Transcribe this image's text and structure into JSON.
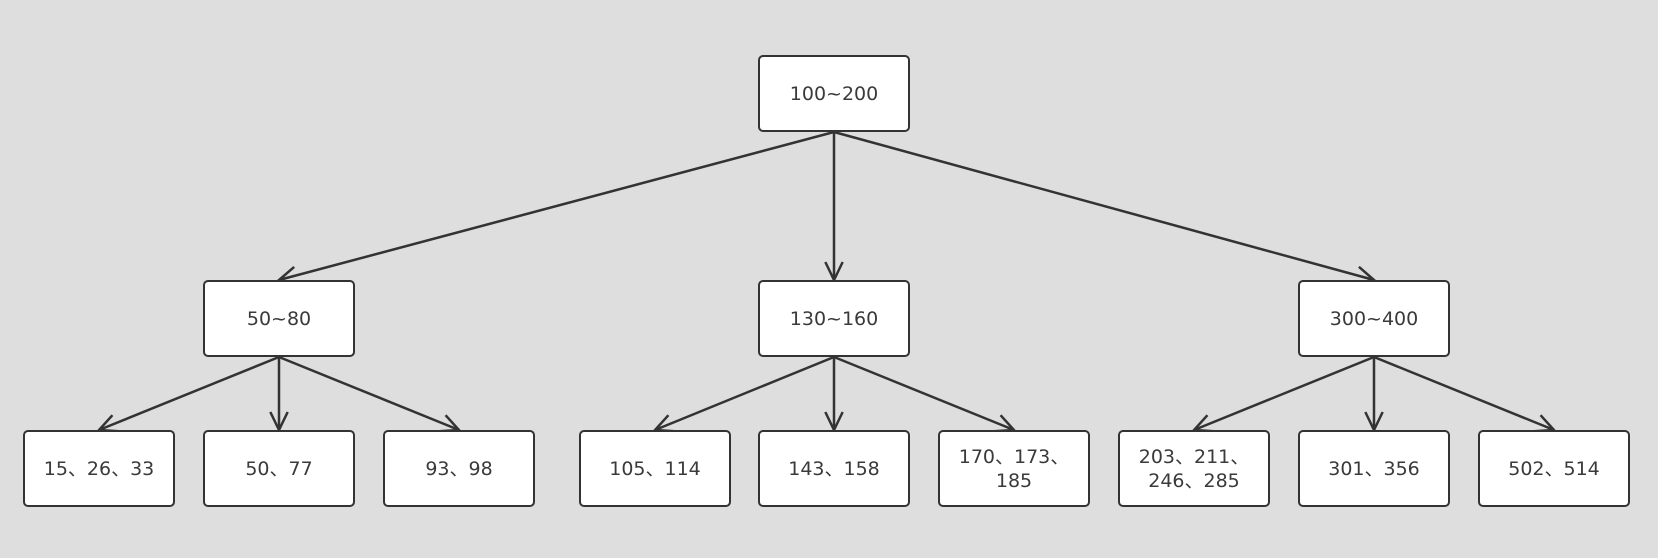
{
  "nodes": {
    "root": "100~200",
    "l": "50~80",
    "m": "130~160",
    "r": "300~400",
    "l1": "15、26、33",
    "l2": "50、77",
    "l3": "93、98",
    "m1": "105、114",
    "m2": "143、158",
    "m3": "170、173、\n185",
    "r1": "203、211、\n246、285",
    "r2": "301、356",
    "r3": "502、514"
  },
  "edges": [
    [
      "root",
      "l"
    ],
    [
      "root",
      "m"
    ],
    [
      "root",
      "r"
    ],
    [
      "l",
      "l1"
    ],
    [
      "l",
      "l2"
    ],
    [
      "l",
      "l3"
    ],
    [
      "m",
      "m1"
    ],
    [
      "m",
      "m2"
    ],
    [
      "m",
      "m3"
    ],
    [
      "r",
      "r1"
    ],
    [
      "r",
      "r2"
    ],
    [
      "r",
      "r3"
    ]
  ],
  "colors": {
    "background": "#dedede",
    "node_fill": "#ffffff",
    "stroke": "#333333",
    "text": "#3a3a3a"
  }
}
